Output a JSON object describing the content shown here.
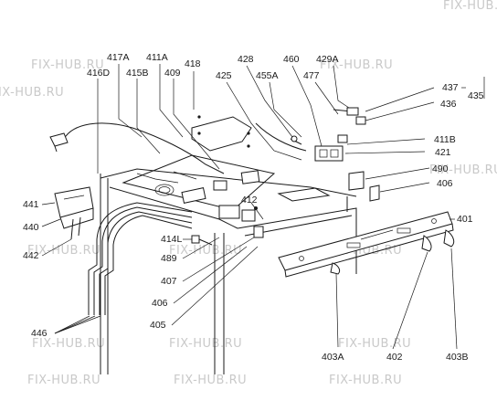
{
  "watermark": {
    "text": "FIX-HUB.RU",
    "color": "#c9c9c9"
  },
  "part_labels": {
    "p417A": "417A",
    "p411A": "411A",
    "p416D": "416D",
    "p415B": "415B",
    "p409": "409",
    "p418": "418",
    "p428": "428",
    "p455A": "455A",
    "p460": "460",
    "p429A": "429A",
    "p477": "477",
    "p437": "437",
    "p435": "435",
    "p436": "436",
    "p425": "425",
    "p411B": "411B",
    "p421": "421",
    "p490": "490",
    "p406a": "406",
    "p441": "441",
    "p440": "440",
    "p442": "442",
    "p414L": "414L",
    "p412": "412",
    "p489": "489",
    "p407": "407",
    "p406b": "406",
    "p405": "405",
    "p401": "401",
    "p446": "446",
    "p403A": "403A",
    "p402": "402",
    "p403B": "403B"
  }
}
